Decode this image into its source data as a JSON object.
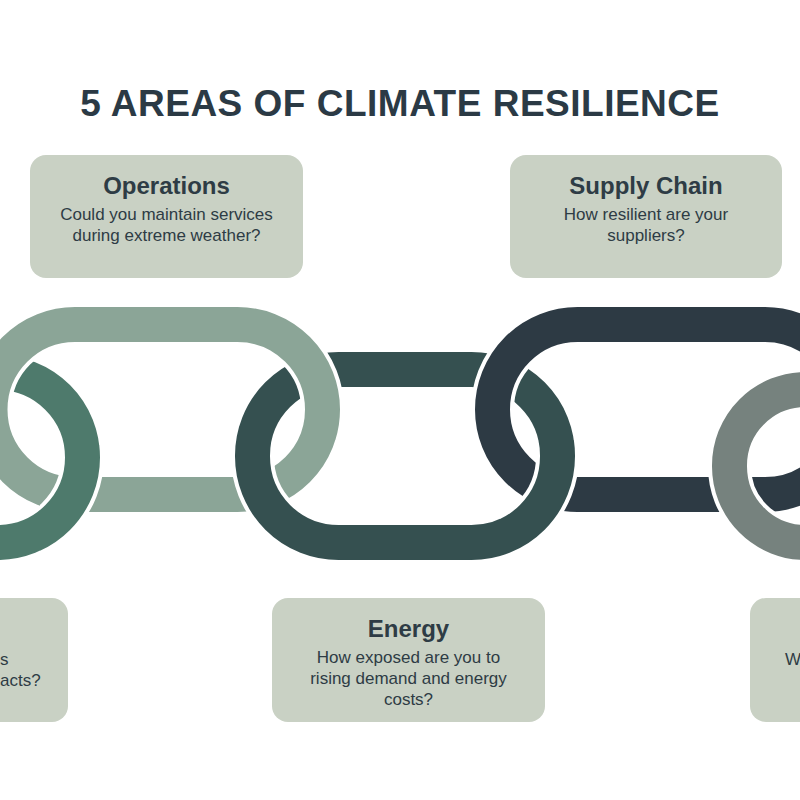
{
  "diagram": {
    "title": "5 AREAS OF CLIMATE RESILIENCE",
    "nodes": [
      {
        "text": [
          "Operations",
          "Could you maintain services during extreme weather?"
        ]
      },
      {
        "text": [
          "Supply Chain",
          "How resilient are your suppliers?"
        ]
      },
      {
        "text": [
          "s acts?"
        ]
      },
      {
        "text": [
          "Energy",
          "How exposed are you to rising demand and energy costs?"
        ]
      },
      {
        "text": [
          "W"
        ]
      }
    ]
  }
}
